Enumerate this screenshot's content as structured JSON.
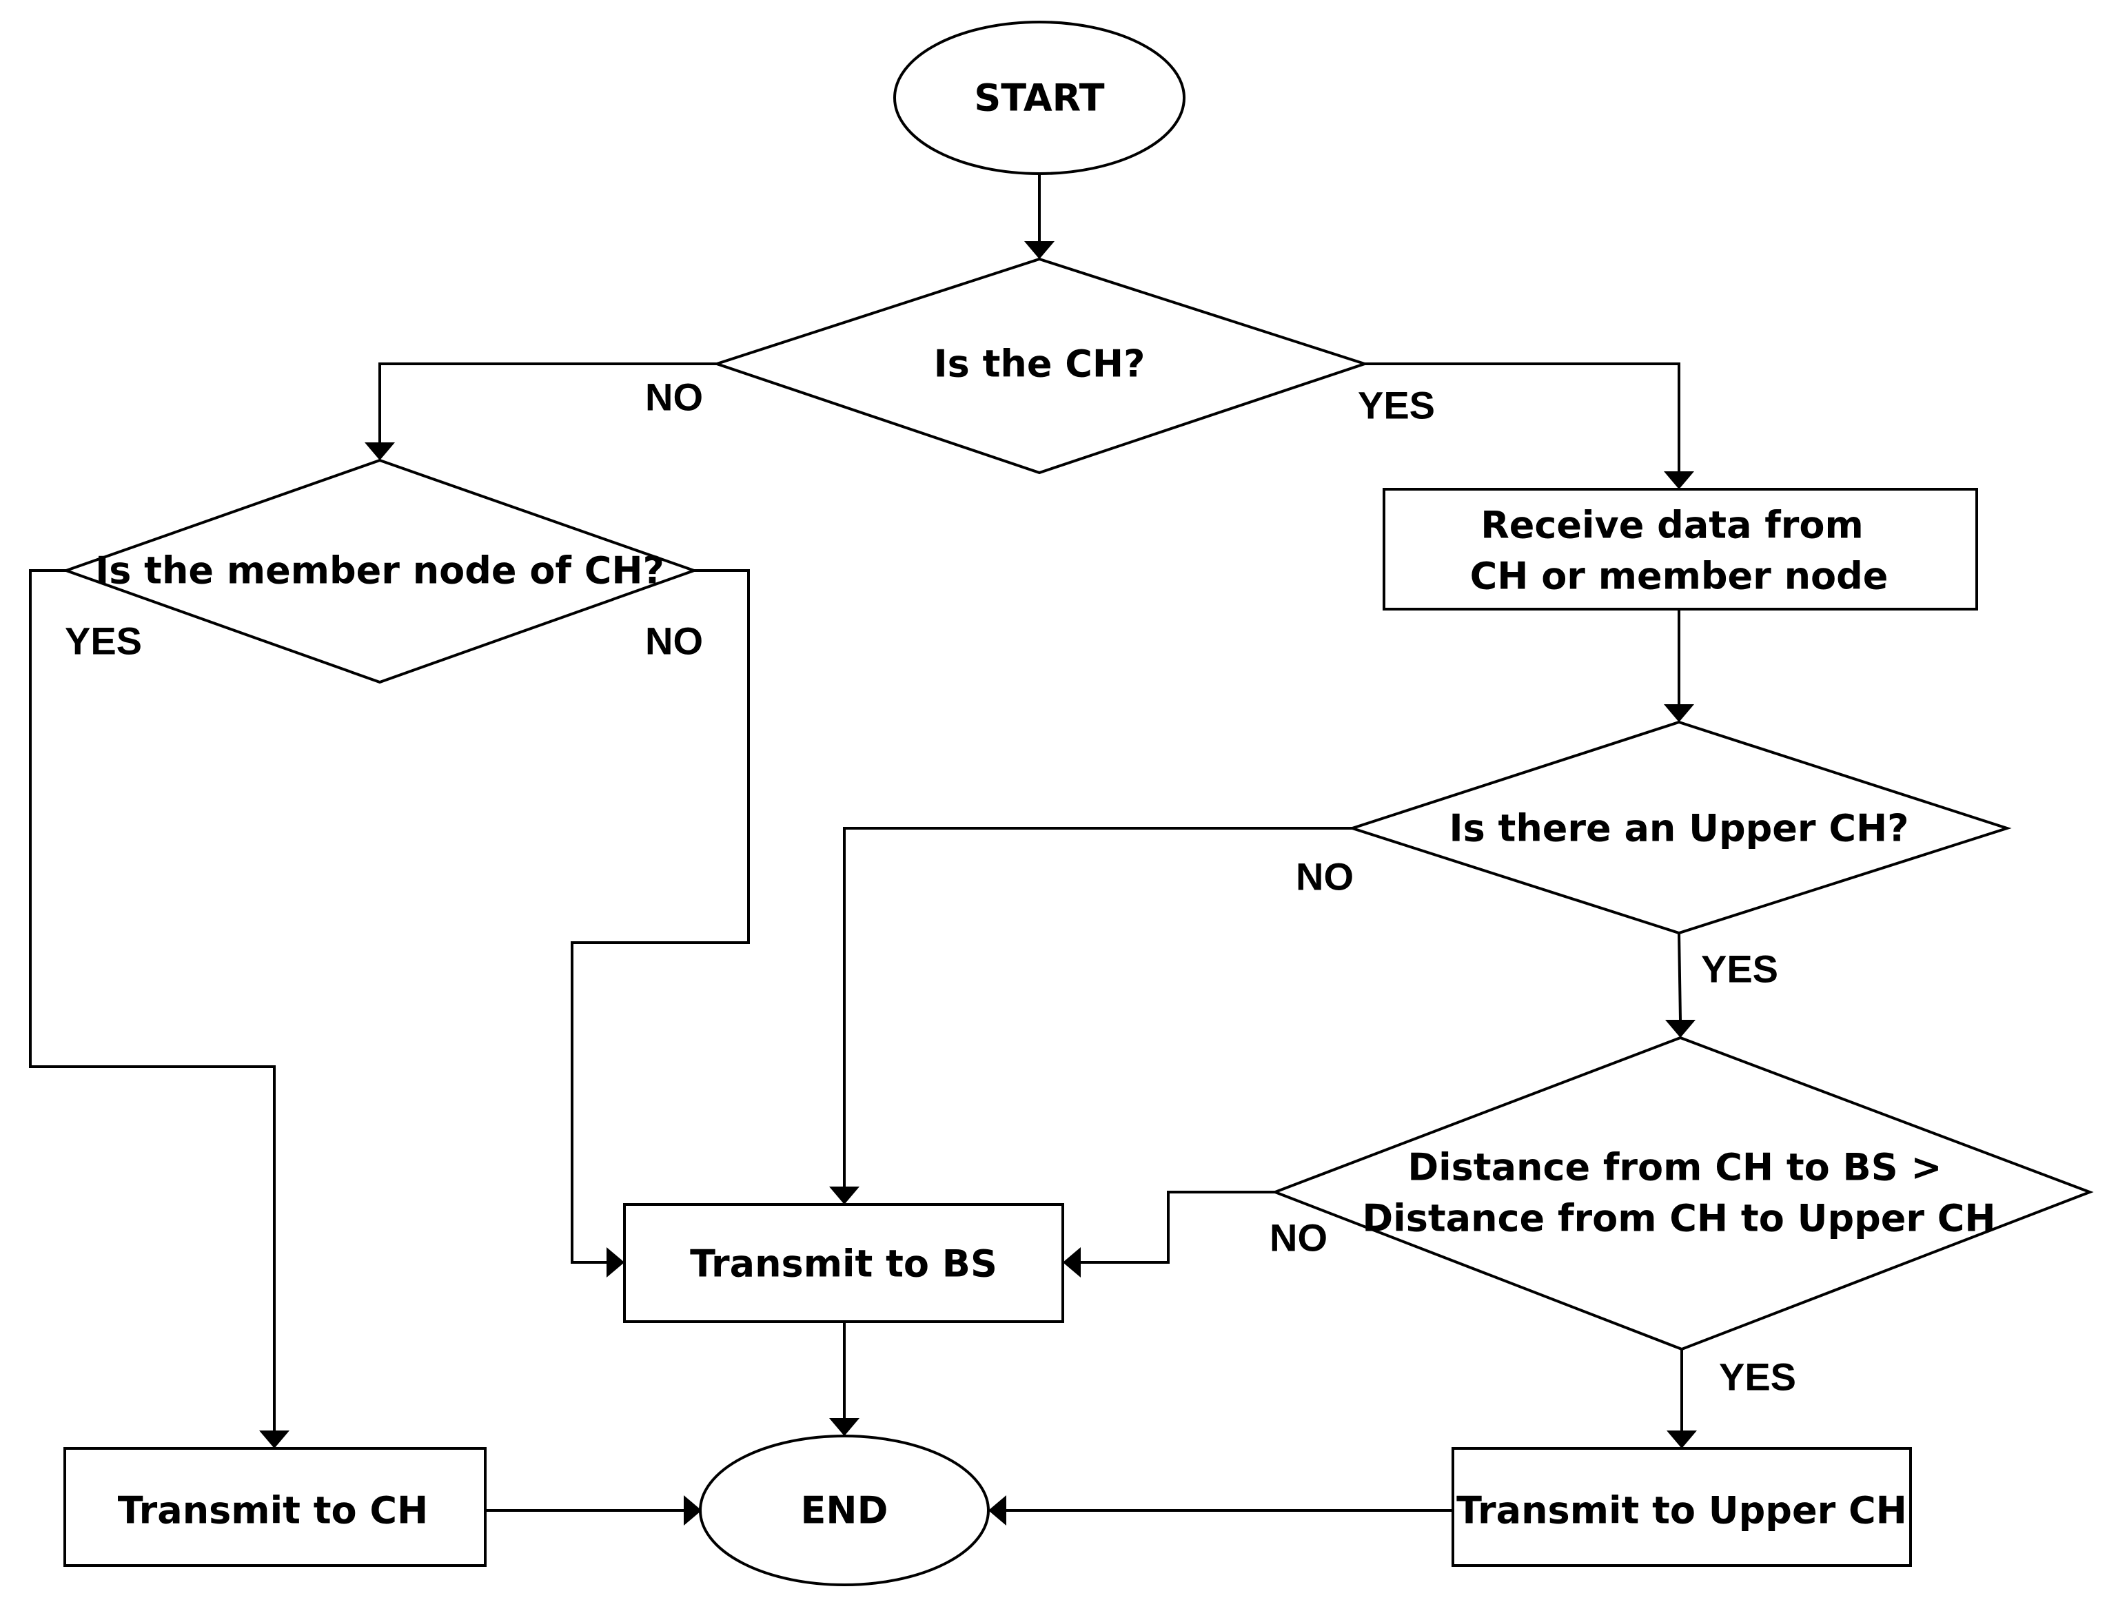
{
  "nodes": {
    "start": "START",
    "is_ch": "Is the CH?",
    "is_member": "Is the member node of CH?",
    "receive_line1": "Receive data from",
    "receive_line2": "CH or member node",
    "upper_ch_exists": "Is there an Upper CH?",
    "distance_line1": "Distance from CH to BS  >",
    "distance_line2": "Distance from CH to Upper CH",
    "transmit_bs": "Transmit to BS",
    "transmit_ch": "Transmit to CH",
    "end": "END",
    "transmit_upper_ch": "Transmit to Upper CH"
  },
  "branches": {
    "is_ch_no": "NO",
    "is_ch_yes": "YES",
    "member_yes": "YES",
    "member_no": "NO",
    "upper_no": "NO",
    "upper_yes": "YES",
    "distance_no": "NO",
    "distance_yes": "YES"
  }
}
